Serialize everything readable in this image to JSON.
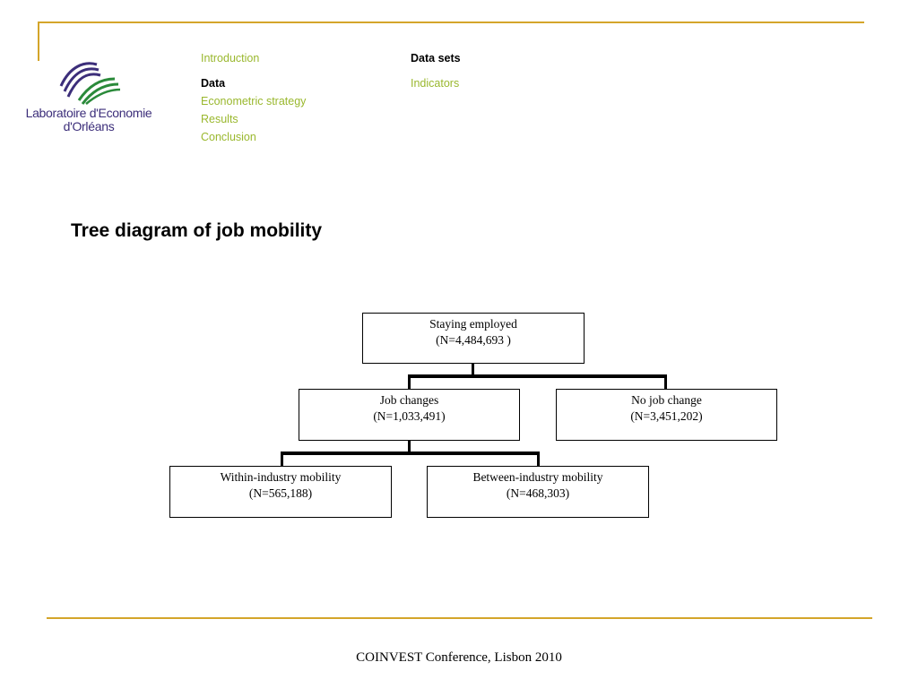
{
  "logo": {
    "line1": "Laboratoire d'Economie",
    "line2": "d'Orléans",
    "color": "#3c2e7a",
    "accent_color": "#2a8a3a"
  },
  "nav": {
    "left": [
      "Introduction",
      "Data",
      "Econometric strategy",
      "Results",
      "Conclusion"
    ],
    "right": [
      "Data sets",
      "Indicators"
    ],
    "active_color": "#000000",
    "inactive_color": "#9ab82e"
  },
  "title": "Tree diagram of job mobility",
  "tree": {
    "root": {
      "label": "Staying employed",
      "count": "(N=4,484,693 )"
    },
    "level1": [
      {
        "label": "Job changes",
        "count": "(N=1,033,491)"
      },
      {
        "label": "No job change",
        "count": "(N=3,451,202)"
      }
    ],
    "level2": [
      {
        "label": "Within-industry mobility",
        "count": "(N=565,188)"
      },
      {
        "label": "Between-industry mobility",
        "count": "(N=468,303)"
      }
    ]
  },
  "footer": "COINVEST Conference, Lisbon 2010",
  "colors": {
    "frame": "#d4a52a"
  }
}
